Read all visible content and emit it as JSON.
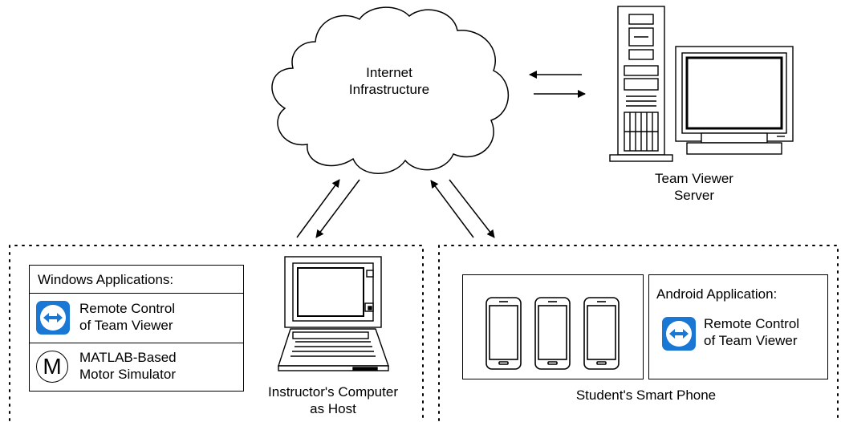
{
  "cloud": {
    "line1": "Internet",
    "line2": "Infrastructure"
  },
  "server": {
    "line1": "Team Viewer",
    "line2": "Server"
  },
  "windows_panel": {
    "title": "Windows Applications:",
    "items": [
      {
        "line1": "Remote Control",
        "line2": "of Team Viewer",
        "icon": "teamviewer-icon"
      },
      {
        "line1": "MATLAB-Based",
        "line2": "Motor Simulator",
        "icon": "motor-m-icon",
        "icon_letter": "M"
      }
    ]
  },
  "instructor": {
    "line1": "Instructor's Computer",
    "line2": "as Host"
  },
  "android_panel": {
    "title": "Android Application:",
    "item": {
      "line1": "Remote Control",
      "line2": "of Team Viewer",
      "icon": "teamviewer-icon"
    }
  },
  "student": {
    "label": "Student's Smart Phone"
  },
  "colors": {
    "teamviewer_blue": "#1a78d4",
    "line": "#000000"
  }
}
